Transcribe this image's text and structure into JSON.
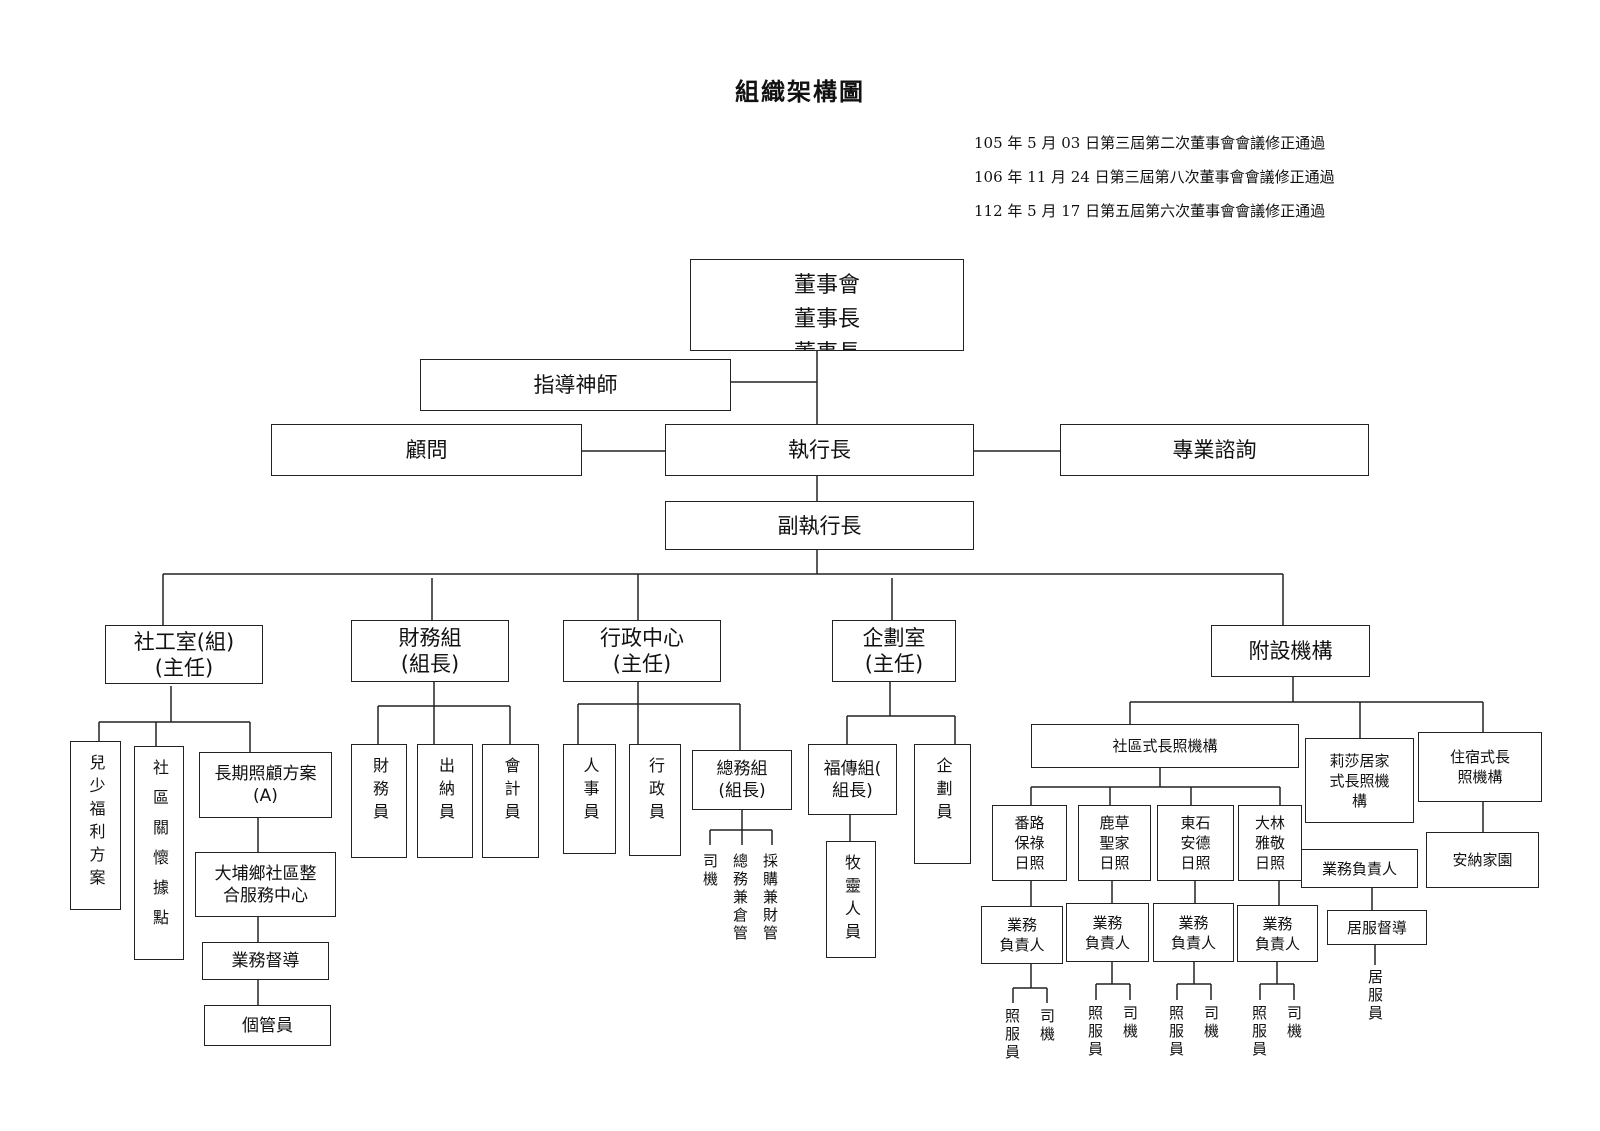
{
  "page": {
    "title": "組織架構圖",
    "revisions": [
      "105 年 5 月 03 日第三屆第二次董事會會議修正通過",
      "106 年 11 月 24 日第三屆第八次董事會會議修正通過",
      "112 年 5 月 17 日第五屆第六次董事會會議修正通過"
    ]
  },
  "top": {
    "board": "董事會",
    "chairman": "董事長",
    "hidden_line": "董事長"
  },
  "advisors": {
    "pastor": "指導神師",
    "consultant": "顧問",
    "ceo": "執行長",
    "professional": "專業諮詢",
    "vice_ceo": "副執行長"
  },
  "departments": {
    "social_work": "社工室(組)",
    "social_work_head": "(主任)",
    "finance": "財務組",
    "finance_head": "(組長)",
    "admin": "行政中心",
    "admin_head": "(主任)",
    "planning": "企劃室",
    "planning_head": "(主任)",
    "affiliated": "附設機構"
  },
  "social_work": {
    "child_welfare": "兒少福利方案",
    "community_care": "社區關懷據點",
    "ltc_plan": "長期照顧方案",
    "ltc_plan_sub": "(A)",
    "dapu_center_1": "大埔鄉社區整",
    "dapu_center_2": "合服務中心",
    "supervisor": "業務督導",
    "case_manager": "個管員"
  },
  "finance": {
    "treasurer": "財務員",
    "cashier": "出納員",
    "accountant": "會計員"
  },
  "admin": {
    "hr": "人事員",
    "admin_staff": "行政員",
    "general_affairs": "總務組",
    "general_affairs_head": "(組長)",
    "driver": "司機",
    "gen_warehouse": "總務兼倉管",
    "purchasing": "採購兼財管"
  },
  "planning": {
    "gospel": "福傳組(",
    "gospel_head": "組長)",
    "pastoral": "牧靈人員",
    "planner": "企劃員"
  },
  "affiliated": {
    "community_ltc": "社區式長照機構",
    "lisa_home_1": "莉莎居家",
    "lisa_home_2": "式長照機",
    "lisa_home_3": "構",
    "residential_1": "住宿式長",
    "residential_2": "照機構",
    "annai_home": "安納家園",
    "business_head": "業務負責人",
    "home_supervisor": "居服督導",
    "home_attendant": "居服員",
    "day_care": [
      {
        "l1": "番路",
        "l2": "保祿",
        "l3": "日照",
        "head_1": "業務",
        "head_2": "負責人",
        "caregiver": "照服員",
        "driver": "司機"
      },
      {
        "l1": "鹿草",
        "l2": "聖家",
        "l3": "日照",
        "head_1": "業務",
        "head_2": "負責人",
        "caregiver": "照服員",
        "driver": "司機"
      },
      {
        "l1": "東石",
        "l2": "安德",
        "l3": "日照",
        "head_1": "業務",
        "head_2": "負責人",
        "caregiver": "照服員",
        "driver": "司機"
      },
      {
        "l1": "大林",
        "l2": "雅敬",
        "l3": "日照",
        "head_1": "業務",
        "head_2": "負責人",
        "caregiver": "照服員",
        "driver": "司機"
      }
    ]
  }
}
